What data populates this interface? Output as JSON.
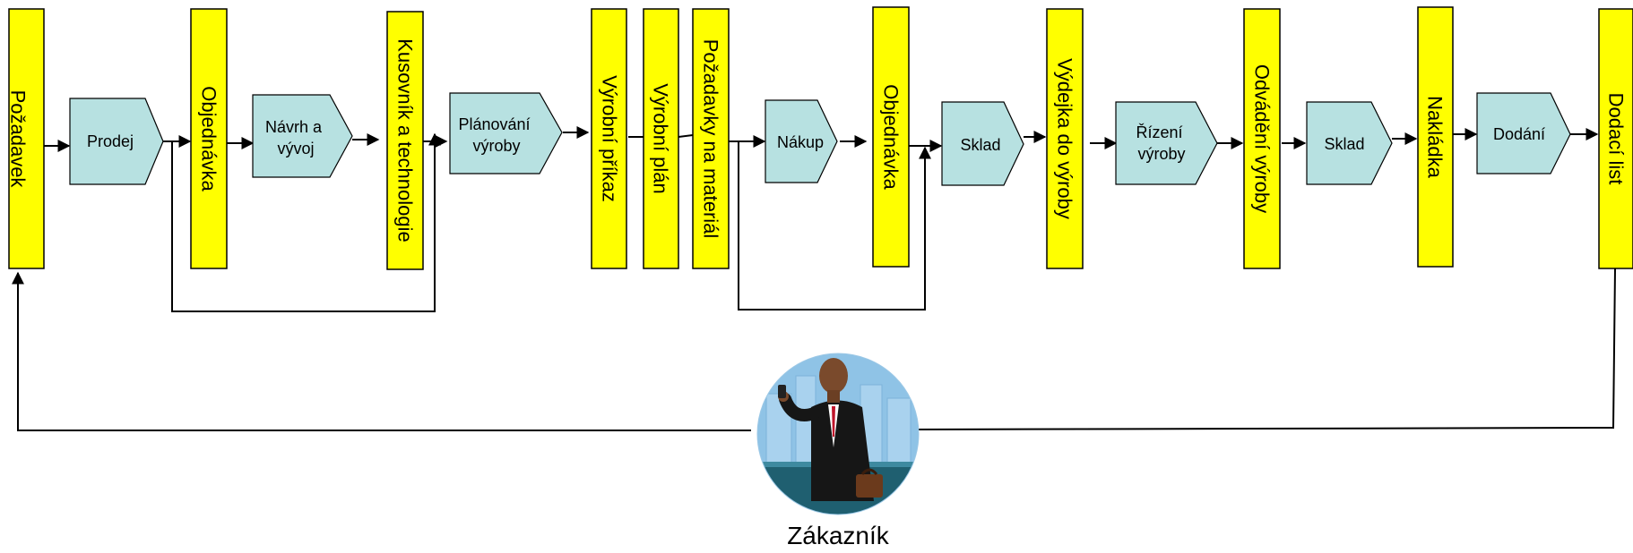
{
  "documents": {
    "pozadavek": "Požadavek",
    "objednavka_1": "Objednávka",
    "kusovnik": "Kusovník a technologie",
    "vyrobni_prikaz": "Výrobní příkaz",
    "vyrobni_plan": "Výrobní plán",
    "pozadavky_material": "Požadavky na materiál",
    "objednavka_2": "Objednávka",
    "vydejka": "Výdejka do výroby",
    "odvadeni": "Odvádění výroby",
    "nakladka": "Nakládka",
    "dodaci_list": "Dodací list"
  },
  "processes": {
    "prodej": [
      "Prodej"
    ],
    "navrh": [
      "Návrh a",
      "vývoj"
    ],
    "planovani": [
      "Plánování",
      "výroby"
    ],
    "nakup": [
      "Nákup"
    ],
    "sklad_1": [
      "Sklad"
    ],
    "rizeni": [
      "Řízení",
      "výroby"
    ],
    "sklad_2": [
      "Sklad"
    ],
    "dodani": [
      "Dodání"
    ]
  },
  "customer": {
    "label": "Zákazník",
    "image": "businessman-icon"
  },
  "colors": {
    "document_fill": "#ffff00",
    "process_fill": "#b7e1e1",
    "line": "#000000"
  }
}
